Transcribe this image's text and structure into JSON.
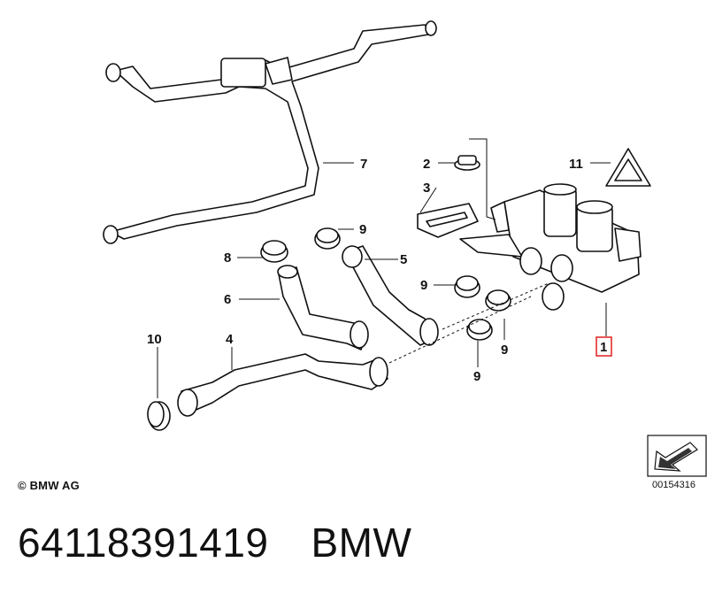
{
  "callouts": {
    "c1": "1",
    "c2": "2",
    "c3": "3",
    "c4": "4",
    "c5": "5",
    "c6": "6",
    "c7": "7",
    "c8": "8",
    "c9a": "9",
    "c9b": "9",
    "c9c": "9",
    "c9d": "9",
    "c10": "10",
    "c11": "11"
  },
  "highlight_color": "#e0201e",
  "copyright": "© BMW AG",
  "diagram_number": "00154316",
  "footer": {
    "part_number": "64118391419",
    "brand": "BMW"
  }
}
